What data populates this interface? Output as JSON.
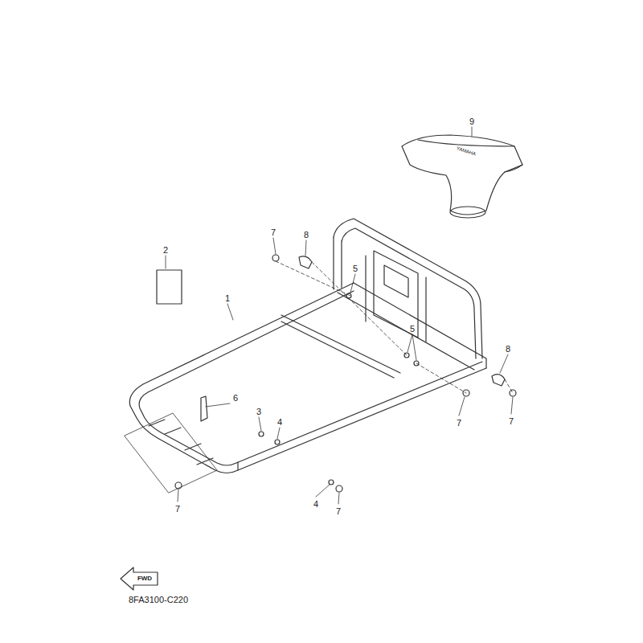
{
  "diagram": {
    "labels": [
      "9",
      "YAMAHA",
      "2",
      "7",
      "8",
      "1",
      "5",
      "5",
      "8",
      "6",
      "3",
      "4",
      "7",
      "7",
      "4",
      "7",
      "7",
      "FWD",
      "8FA3100-C220"
    ]
  }
}
